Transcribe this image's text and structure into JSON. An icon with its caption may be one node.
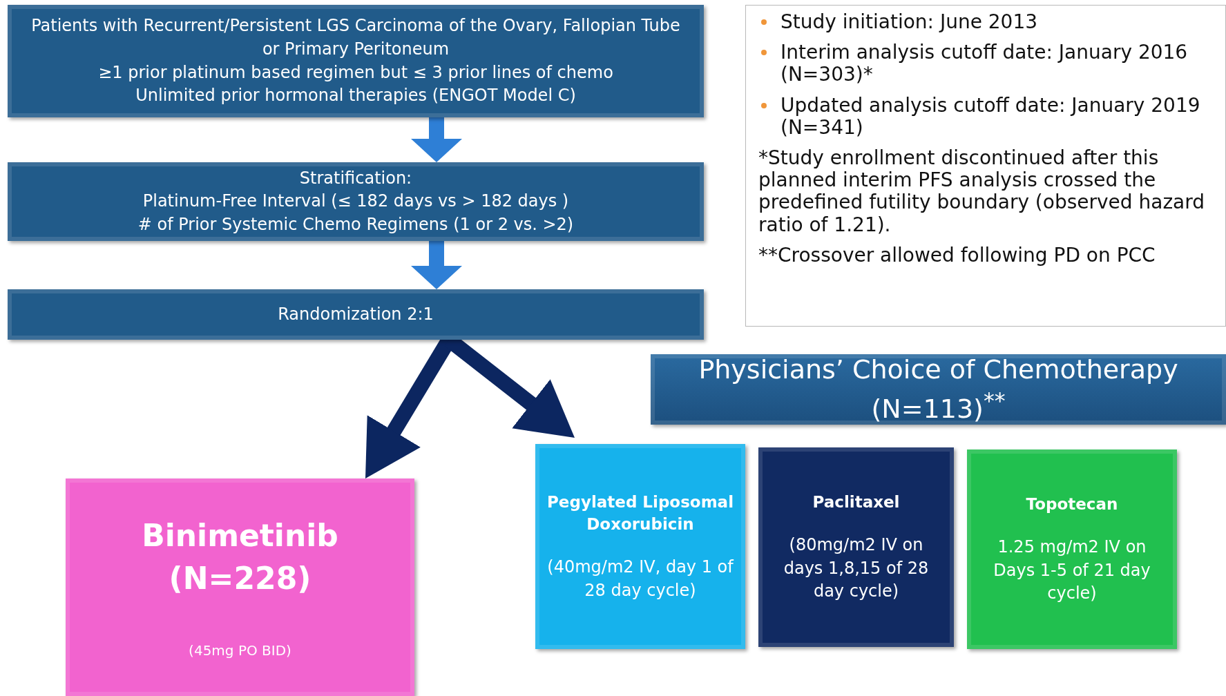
{
  "diagram": {
    "nodes": [
      {
        "text": [
          "Patients with Recurrent/Persistent LGS Carcinoma of the Ovary, Fallopian Tube or Primary Peritoneum",
          "≥1 prior platinum based regimen but  ≤ 3 prior lines of chemo",
          "Unlimited prior hormonal therapies (ENGOT Model C)"
        ]
      },
      {
        "text": [
          "Stratification:",
          "Platinum-Free Interval (≤ 182 days vs > 182 days )",
          "# of Prior Systemic Chemo Regimens (1 or 2 vs. >2)"
        ]
      },
      {
        "text": [
          "Randomization 2:1"
        ]
      },
      {
        "text": [
          "Study initiation: June 2013",
          "Interim analysis cutoff date: January 2016 (N=303)*",
          "Updated analysis cutoff date: January 2019 (N=341)",
          "*Study enrollment discontinued after this planned interim PFS analysis crossed the predefined futility boundary (observed hazard ratio of 1.21).",
          "**Crossover allowed following PD on PCC"
        ]
      },
      {
        "text": [
          "Physicians’ Choice of Chemotherapy (N=113)$^{**}$"
        ]
      },
      {
        "text": [
          "Binimetinib (N=228)",
          "(45mg PO BID)"
        ]
      },
      {
        "text": [
          "Pegylated Liposomal Doxorubicin",
          "(40mg/m2 IV, day 1 of 28 day cycle)"
        ]
      },
      {
        "text": [
          "Paclitaxel",
          "(80mg/m2 IV on days 1,8,15 of 28 day cycle)"
        ]
      },
      {
        "text": [
          "Topotecan",
          "1.25 mg/m2 IV on Days 1-5 of 21 day cycle)"
        ]
      }
    ],
    "edges": [
      {
        "from": 0,
        "to": 1,
        "arrow": "to",
        "color": "#2e7fd6"
      },
      {
        "from": 1,
        "to": 2,
        "arrow": "to",
        "color": "#2e7fd6"
      },
      {
        "from": 2,
        "to": 5,
        "arrow": "to",
        "color": "#0c2660"
      },
      {
        "from": 2,
        "to": 6,
        "arrow": "to",
        "color": "#0c2660"
      }
    ]
  }
}
